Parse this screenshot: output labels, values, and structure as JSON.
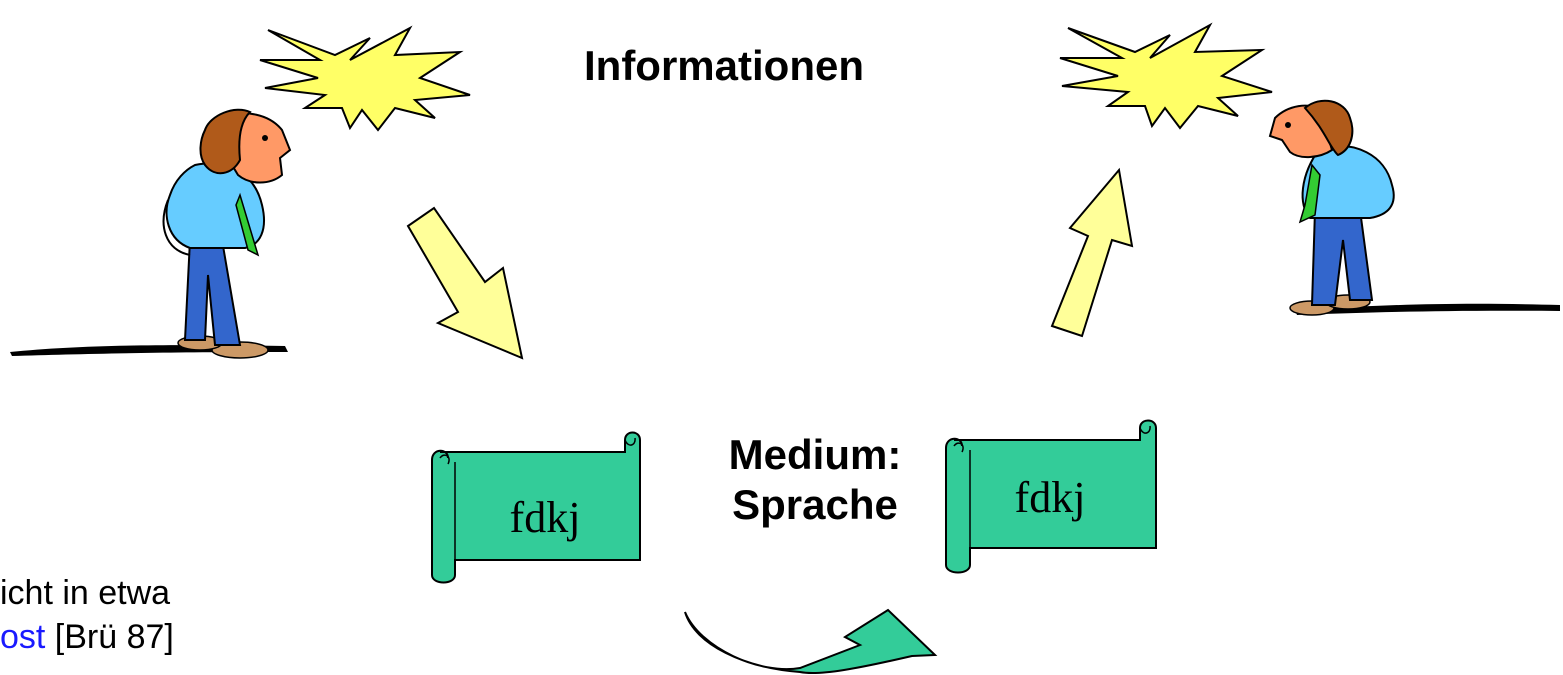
{
  "title": "Informationen",
  "medium": {
    "line1": "Medium:",
    "line2": "Sprache"
  },
  "scroll_left": {
    "text": "fdkj"
  },
  "scroll_right": {
    "text": "fdkj"
  },
  "note": {
    "line1": "icht in etwa",
    "line2_link": "ost",
    "line2_rest": " [Brü 87]"
  },
  "colors": {
    "burst": "#ffff66",
    "arrow": "#ffff99",
    "scroll": "#33cc99",
    "link": "#1a1aff",
    "shirt": "#66ccff",
    "pants": "#3366cc",
    "tie": "#33cc33",
    "skin": "#ff9966",
    "hair": "#b05a1a"
  },
  "icons": [
    "idea-burst-icon",
    "person-icon",
    "arrow-icon",
    "scroll-icon",
    "curved-arrow-icon"
  ]
}
